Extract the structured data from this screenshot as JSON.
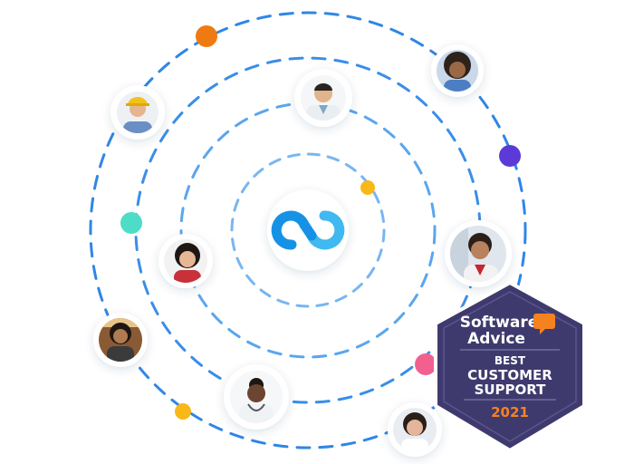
{
  "badge": {
    "brand_line1": "Software",
    "brand_line2": "Advice",
    "award_line1": "BEST",
    "award_line2": "CUSTOMER",
    "award_line3": "SUPPORT",
    "year": "2021"
  },
  "colors": {
    "ring_outer": "#2f86e6",
    "ring_inner": "#78b6f0",
    "logo_blue": "#1592e6",
    "logo_light": "#40b8f0",
    "badge_bg": "#3f3a6e",
    "badge_border": "#5a5590",
    "badge_orange": "#f58220",
    "dot_orange": "#f07a12",
    "dot_purple": "#5c3ad8",
    "dot_teal": "#4ddcc8",
    "dot_yellow": "#f7b818",
    "dot_pink": "#f26090"
  },
  "people": [
    {
      "id": "construction-worker",
      "icon": "avatar-hardhat"
    },
    {
      "id": "doctor-man",
      "icon": "avatar-doctor"
    },
    {
      "id": "woman-curly",
      "icon": "avatar-woman"
    },
    {
      "id": "woman-red",
      "icon": "avatar-woman"
    },
    {
      "id": "businesswoman",
      "icon": "avatar-woman"
    },
    {
      "id": "shop-owner",
      "icon": "avatar-woman"
    },
    {
      "id": "doctor-woman",
      "icon": "avatar-doctor"
    },
    {
      "id": "woman-smiling",
      "icon": "avatar-woman"
    }
  ]
}
